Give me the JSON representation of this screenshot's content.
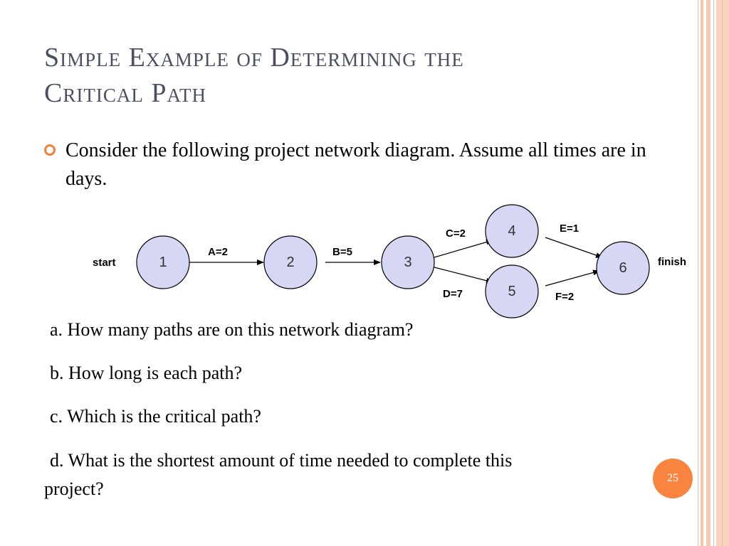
{
  "title": {
    "line1": "Simple Example of Determining the",
    "line2": "Critical Path"
  },
  "bullet": {
    "text": "Consider the following project network diagram. Assume all times are in days."
  },
  "diagram": {
    "start_label": "start",
    "finish_label": "finish",
    "nodes": [
      {
        "id": "1",
        "label": "1"
      },
      {
        "id": "2",
        "label": "2"
      },
      {
        "id": "3",
        "label": "3"
      },
      {
        "id": "4",
        "label": "4"
      },
      {
        "id": "5",
        "label": "5"
      },
      {
        "id": "6",
        "label": "6"
      }
    ],
    "edges": [
      {
        "from": "1",
        "to": "2",
        "label": "A=2"
      },
      {
        "from": "2",
        "to": "3",
        "label": "B=5"
      },
      {
        "from": "3",
        "to": "4",
        "label": "C=2"
      },
      {
        "from": "3",
        "to": "5",
        "label": "D=7"
      },
      {
        "from": "4",
        "to": "6",
        "label": "E=1"
      },
      {
        "from": "5",
        "to": "6",
        "label": "F=2"
      }
    ]
  },
  "questions": [
    "a. How many paths are on this network diagram?",
    "b. How long is each path?",
    "c. Which is the critical path?",
    "d. What is the shortest amount of time needed to complete this project?"
  ],
  "page_number": "25",
  "colors": {
    "title": "#4a4f63",
    "node_fill": "#d6d6f5",
    "bullet_accent": "#f0813a",
    "badge": "#f8843f"
  }
}
